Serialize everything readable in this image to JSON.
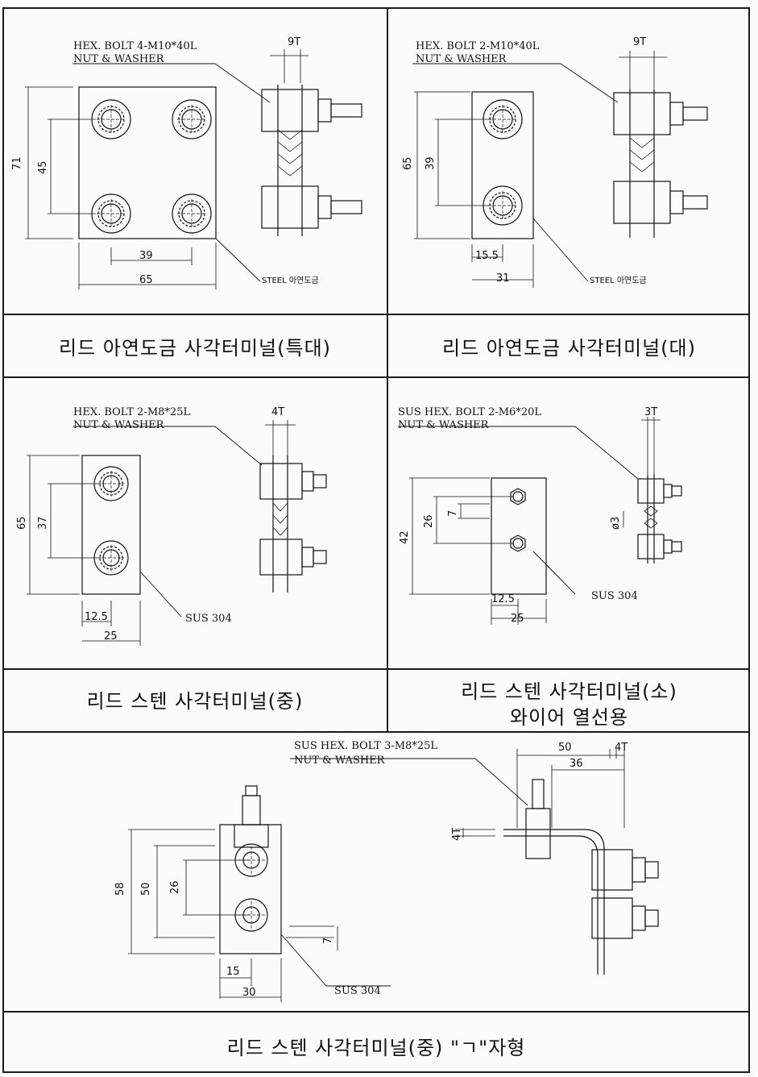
{
  "panels": [
    {
      "title": "리드 아연도금 사각터미널(특대)",
      "bolt_spec": "HEX. BOLT 4-M10*40L",
      "nut_washer": "NUT & WASHER",
      "material": "STEEL 아연도금",
      "thickness": "9T",
      "dims": {
        "height": "71",
        "pitch_v": "45",
        "pitch_h": "39",
        "width": "65"
      }
    },
    {
      "title": "리드 아연도금 사각터미널(대)",
      "bolt_spec": "HEX. BOLT 2-M10*40L",
      "nut_washer": "NUT & WASHER",
      "material": "STEEL 아연도금",
      "thickness": "9T",
      "dims": {
        "height": "65",
        "pitch_v": "39",
        "offset": "15.5",
        "width": "31"
      }
    },
    {
      "title": "리드 스텐 사각터미널(중)",
      "bolt_spec": "HEX. BOLT 2-M8*25L",
      "nut_washer": "NUT & WASHER",
      "material": "SUS 304",
      "thickness": "4T",
      "dims": {
        "height": "65",
        "pitch_v": "37",
        "offset": "12.5",
        "width": "25"
      }
    },
    {
      "title_line1": "리드 스텐 사각터미널(소)",
      "title_line2": "와이어 열선용",
      "bolt_spec": "SUS HEX. BOLT 2-M6*20L",
      "nut_washer": "NUT & WASHER",
      "material": "SUS 304",
      "thickness": "3T",
      "hole": "ø3",
      "dims": {
        "height": "42",
        "pitch_v": "26",
        "gap": "7",
        "offset": "12.5",
        "width": "25"
      }
    },
    {
      "title": "리드 스텐 사각터미널(중) \"ㄱ\"자형",
      "bolt_spec": "SUS HEX. BOLT 3-M8*25L",
      "nut_washer": "NUT & WASHER",
      "material": "SUS 304",
      "thickness": "4T",
      "thickness_side": "4T",
      "dims": {
        "height": "58",
        "h2": "50",
        "pitch_v": "26",
        "gap": "7",
        "offset": "15",
        "width": "30",
        "top_len": "50",
        "inner_len": "36"
      }
    }
  ]
}
